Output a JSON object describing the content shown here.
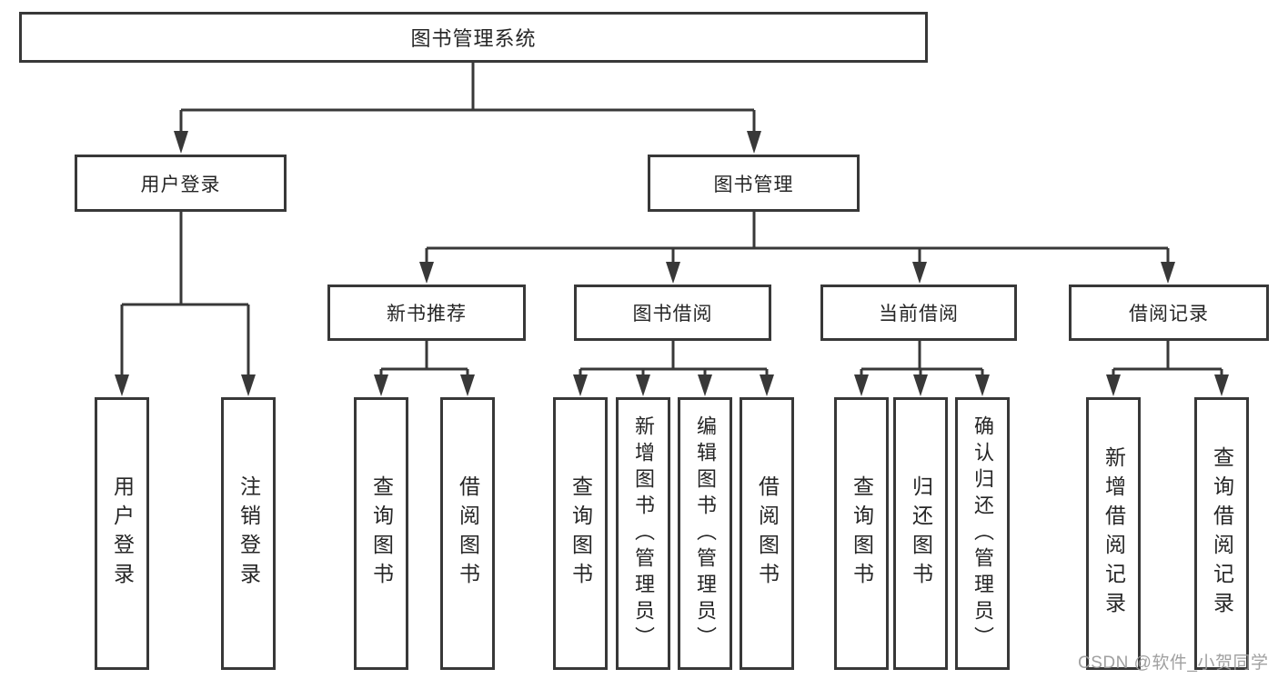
{
  "diagram": {
    "root": {
      "label": "图书管理系统"
    },
    "level2": [
      {
        "label": "用户登录"
      },
      {
        "label": "图书管理"
      }
    ],
    "level3": [
      {
        "label": "新书推荐"
      },
      {
        "label": "图书借阅"
      },
      {
        "label": "当前借阅"
      },
      {
        "label": "借阅记录"
      }
    ],
    "leaves": [
      {
        "label": "用户登录",
        "parent": "用户登录"
      },
      {
        "label": "注销登录",
        "parent": "用户登录"
      },
      {
        "label": "查询图书",
        "parent": "新书推荐"
      },
      {
        "label": "借阅图书",
        "parent": "新书推荐"
      },
      {
        "label": "查询图书",
        "parent": "图书借阅"
      },
      {
        "label": "新增图书（管理员）",
        "parent": "图书借阅"
      },
      {
        "label": "编辑图书（管理员）",
        "parent": "图书借阅"
      },
      {
        "label": "借阅图书",
        "parent": "图书借阅"
      },
      {
        "label": "查询图书",
        "parent": "当前借阅"
      },
      {
        "label": "归还图书",
        "parent": "当前借阅"
      },
      {
        "label": "确认归还（管理员）",
        "parent": "当前借阅"
      },
      {
        "label": "新增借阅记录",
        "parent": "借阅记录"
      },
      {
        "label": "查询借阅记录",
        "parent": "借阅记录"
      }
    ],
    "watermark": "CSDN @软件_小贺同学",
    "colors": {
      "line": "#383838",
      "text": "#262626",
      "background": "#ffffff",
      "watermark": "#989898"
    }
  }
}
